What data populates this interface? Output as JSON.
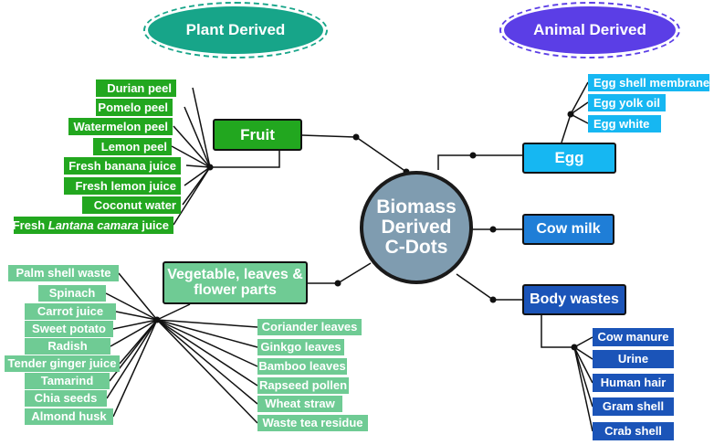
{
  "categories": {
    "plant": "Plant Derived",
    "animal": "Animal Derived"
  },
  "center": {
    "line1": "Biomass",
    "line2": "Derived",
    "line3": "C-Dots"
  },
  "fruit": {
    "label": "Fruit",
    "items": [
      "Durian peel",
      "Pomelo peel",
      "Watermelon peel",
      "Lemon peel",
      "Fresh banana juice",
      "Fresh lemon juice",
      "Coconut water"
    ],
    "last_item_prefix": "Fresh ",
    "last_item_italic": "Lantana camara",
    "last_item_suffix": " juice"
  },
  "vegetable": {
    "label": "Vegetable, leaves & flower parts",
    "left_items": [
      "Palm shell waste",
      "Spinach",
      "Carrot juice",
      "Sweet potato",
      "Radish",
      "Tender ginger juice",
      "Tamarind",
      "Chia seeds",
      "Almond husk"
    ],
    "right_items": [
      "Coriander leaves",
      "Ginkgo leaves",
      "Bamboo leaves",
      "Rapseed pollen",
      "Wheat straw",
      "Waste tea residue"
    ]
  },
  "egg": {
    "label": "Egg",
    "items": [
      "Egg shell membrane",
      "Egg yolk oil",
      "Egg white"
    ]
  },
  "cow_milk": {
    "label": "Cow milk"
  },
  "body_wastes": {
    "label": "Body wastes",
    "items": [
      "Cow manure",
      "Urine",
      "Human hair",
      "Gram shell",
      "Crab shell"
    ]
  },
  "colors": {
    "fruit_green": "#22a71f",
    "vegetable_mint": "#6fcb94",
    "egg_cyan": "#16b7f2",
    "milk_blue": "#1f7ed7",
    "waste_navy": "#1b54b8",
    "plant_teal": "#17a589",
    "animal_purple": "#5b3ee6",
    "center_gray": "#7f9cb0"
  }
}
